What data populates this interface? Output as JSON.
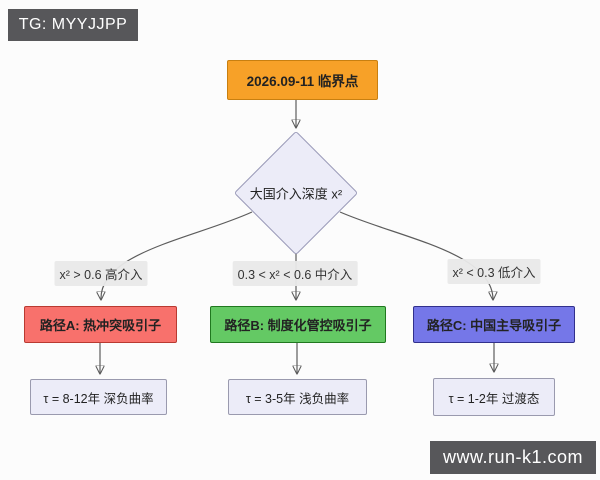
{
  "watermarks": {
    "tg_badge": "TG: MYYJJPP",
    "site_badge": "www.run-k1.com"
  },
  "flowchart": {
    "root": {
      "label": "2026.09-11 临界点",
      "fill": "#f7a128",
      "border": "#c87f10"
    },
    "decision": {
      "label": "大国介入深度 x²",
      "fill": "#ececf8",
      "border": "#9a9ab8"
    },
    "branches": [
      {
        "condition": "x² > 0.6 高介入",
        "path": {
          "label": "路径A: 热冲突吸引子",
          "fill": "#f8716c",
          "border": "#b93a31"
        },
        "outcome": {
          "label": "τ = 8-12年 深负曲率"
        }
      },
      {
        "condition": "0.3 < x² < 0.6 中介入",
        "path": {
          "label": "路径B: 制度化管控吸引子",
          "fill": "#64c964",
          "border": "#20781f"
        },
        "outcome": {
          "label": "τ = 3-5年 浅负曲率"
        }
      },
      {
        "condition": "x² < 0.3 低介入",
        "path": {
          "label": "路径C: 中国主导吸引子",
          "fill": "#7577e8",
          "border": "#31308c"
        },
        "outcome": {
          "label": "τ = 1-2年 过渡态"
        }
      }
    ],
    "outcome_style": {
      "fill": "#ececf8",
      "border": "#9a9aae"
    }
  },
  "colors": {
    "background": "#fcfcfc",
    "edge": "#5c5c5c",
    "arrowhead": "#333333",
    "edge_label_bg": "#e9e9e9",
    "badge_bg": "#57575a",
    "badge_text": "#ffffff"
  }
}
